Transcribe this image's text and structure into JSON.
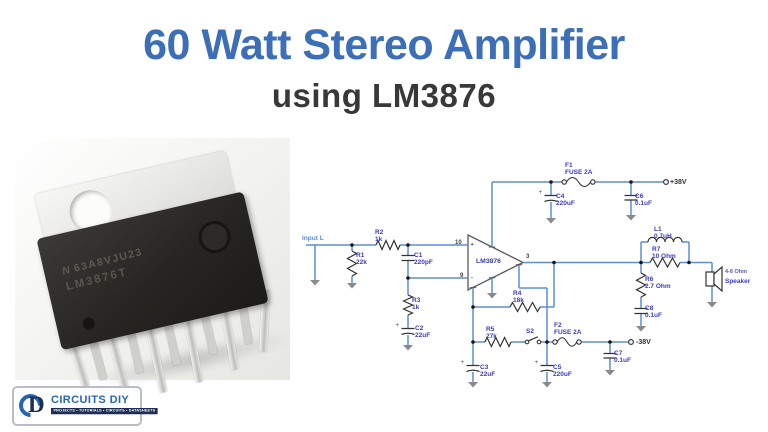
{
  "header": {
    "title": "60 Watt Stereo Amplifier",
    "subtitle": "using LM3876",
    "title_color": "#3c6fb7",
    "subtitle_color": "#383838"
  },
  "chip_photo": {
    "logo_mark": "N",
    "marking_line1": "63A8VJU23",
    "marking_line2": "LM3876T"
  },
  "schematic": {
    "input_label": "Input L",
    "rails": {
      "positive": "+38V",
      "negative": "-38V"
    },
    "ic": {
      "name": "LM3876",
      "pin_noninverting": "10",
      "pin_inverting": "9",
      "pin_output": "3",
      "noninv_mark": "+",
      "inv_mark": "-"
    },
    "components": {
      "r1": {
        "ref": "R1",
        "value": "22k"
      },
      "r2": {
        "ref": "R2",
        "value": "1k"
      },
      "r3": {
        "ref": "R3",
        "value": "1k"
      },
      "r4": {
        "ref": "R4",
        "value": "18k"
      },
      "r5": {
        "ref": "R5",
        "value": "27k"
      },
      "r6": {
        "ref": "R6",
        "value": "2.7 Ohm"
      },
      "r7": {
        "ref": "R7",
        "value": "10 Ohm"
      },
      "c1": {
        "ref": "C1",
        "value": "220pF"
      },
      "c2": {
        "ref": "C2",
        "value": "22uF"
      },
      "c3": {
        "ref": "C3",
        "value": "22uF"
      },
      "c4": {
        "ref": "C4",
        "value": "220uF"
      },
      "c5": {
        "ref": "C5",
        "value": "220uF"
      },
      "c6": {
        "ref": "C6",
        "value": "0.1uF"
      },
      "c7": {
        "ref": "C7",
        "value": "0.1uF"
      },
      "c8": {
        "ref": "C8",
        "value": "0.1uF"
      },
      "l1": {
        "ref": "L1",
        "value": "0.7uH"
      },
      "f1": {
        "ref": "F1",
        "value": "FUSE 2A"
      },
      "f2": {
        "ref": "F2",
        "value": "FUSE 2A"
      },
      "s2": {
        "ref": "S2",
        "value": ""
      }
    },
    "speaker": {
      "impedance": "4-8 Ohm",
      "label": "Speaker"
    },
    "colors": {
      "wire": "#5b8dd8",
      "label": "#3a3ac4",
      "dark": "#3a3a3a"
    }
  },
  "logo": {
    "brand": "CIRCUITS DIY",
    "tagline": "PROJECTS • TUTORIALS • CIRCUITS • DATASHEETS"
  }
}
